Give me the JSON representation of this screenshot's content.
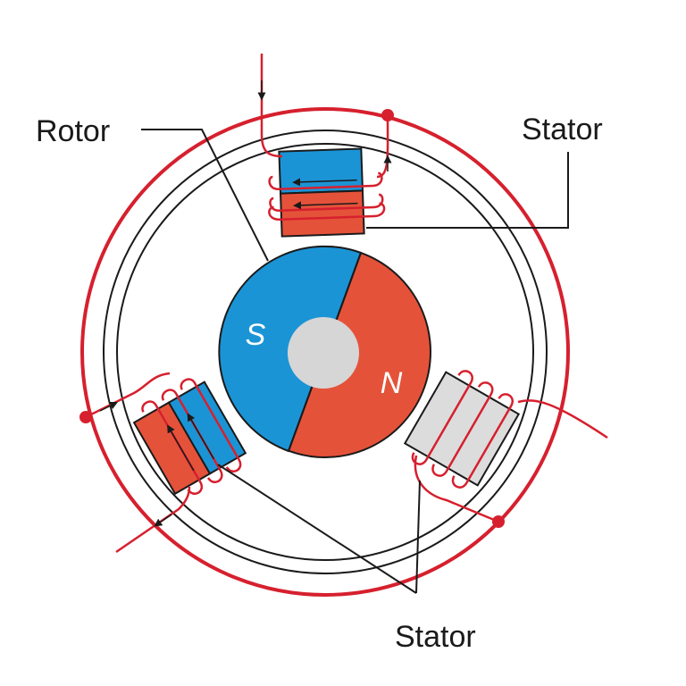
{
  "labels": {
    "rotor": "Rotor",
    "stator_top": "Stator",
    "stator_bottom": "Stator"
  },
  "poles": {
    "south": "S",
    "north": "N"
  },
  "colors": {
    "wire": "#d6202e",
    "outline": "#1a1a1a",
    "south_pole": "#1b94d6",
    "north_pole": "#e5523a",
    "hub": "#d6d6d6",
    "inactive_stator": "#dcdcdc"
  }
}
